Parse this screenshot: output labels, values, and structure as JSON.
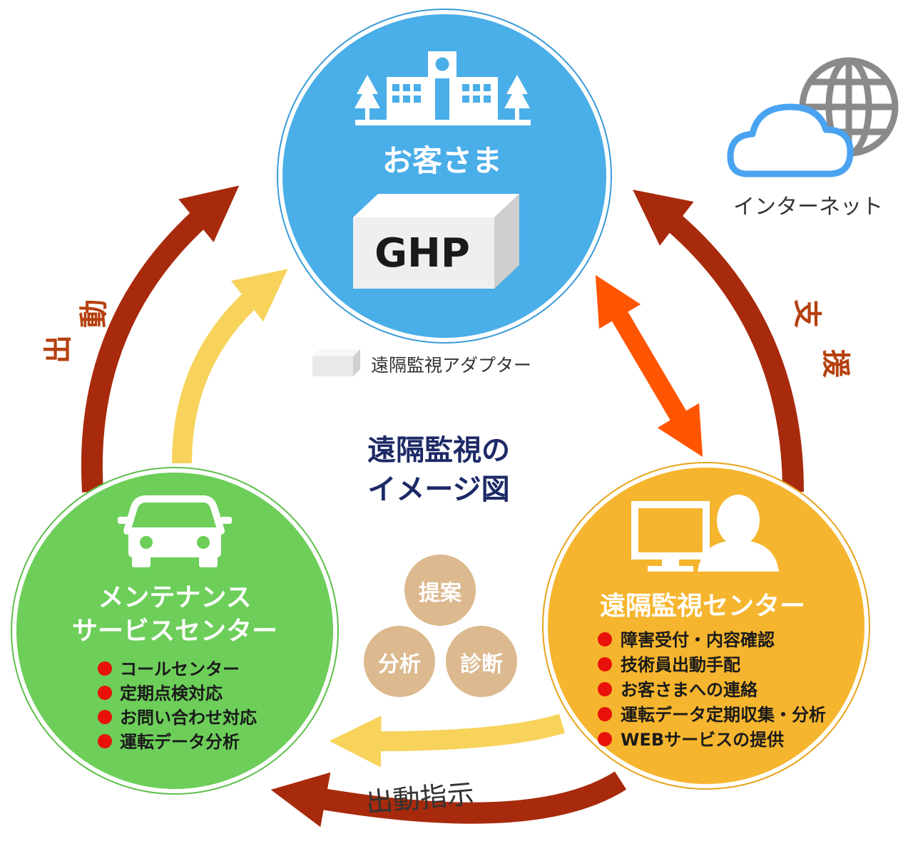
{
  "center_title": {
    "line1": "遠隔監視の",
    "line2": "イメージ図"
  },
  "customer": {
    "label": "お客さま",
    "unit_label": "GHP"
  },
  "adapter_legend": {
    "label": "遠隔監視アダプター"
  },
  "internet": {
    "label": "インターネット"
  },
  "maintenance": {
    "title_line1": "メンテナンス",
    "title_line2": "サービスセンター",
    "items": [
      "コールセンター",
      "定期点検対応",
      "お問い合わせ対応",
      "運転データ分析"
    ]
  },
  "monitoring": {
    "title": "遠隔監視センター",
    "items": [
      "障害受付・内容確認",
      "技術員出動手配",
      "お客さまへの連絡",
      "運転データ定期収集・分析",
      "WEBサービスの提供"
    ]
  },
  "services": {
    "proposal": "提案",
    "analysis": "分析",
    "diagnosis": "診断"
  },
  "arrows": {
    "dispatch_char1": "出",
    "dispatch_char2": "動",
    "support_char1": "支",
    "support_char2": "援",
    "dispatch_instruction": "出動指示"
  },
  "colors": {
    "customer_blue": "#4aaee8",
    "maintenance_green": "#6dce5a",
    "monitoring_orange": "#f5b52e",
    "arrow_dark": "#a82a0c",
    "arrow_yellow": "#f7d35c",
    "arrow_orange": "#ff5500",
    "service_circle": "#dcb98e",
    "bullet_red": "#e8120a",
    "title_navy": "#1e2a66"
  }
}
